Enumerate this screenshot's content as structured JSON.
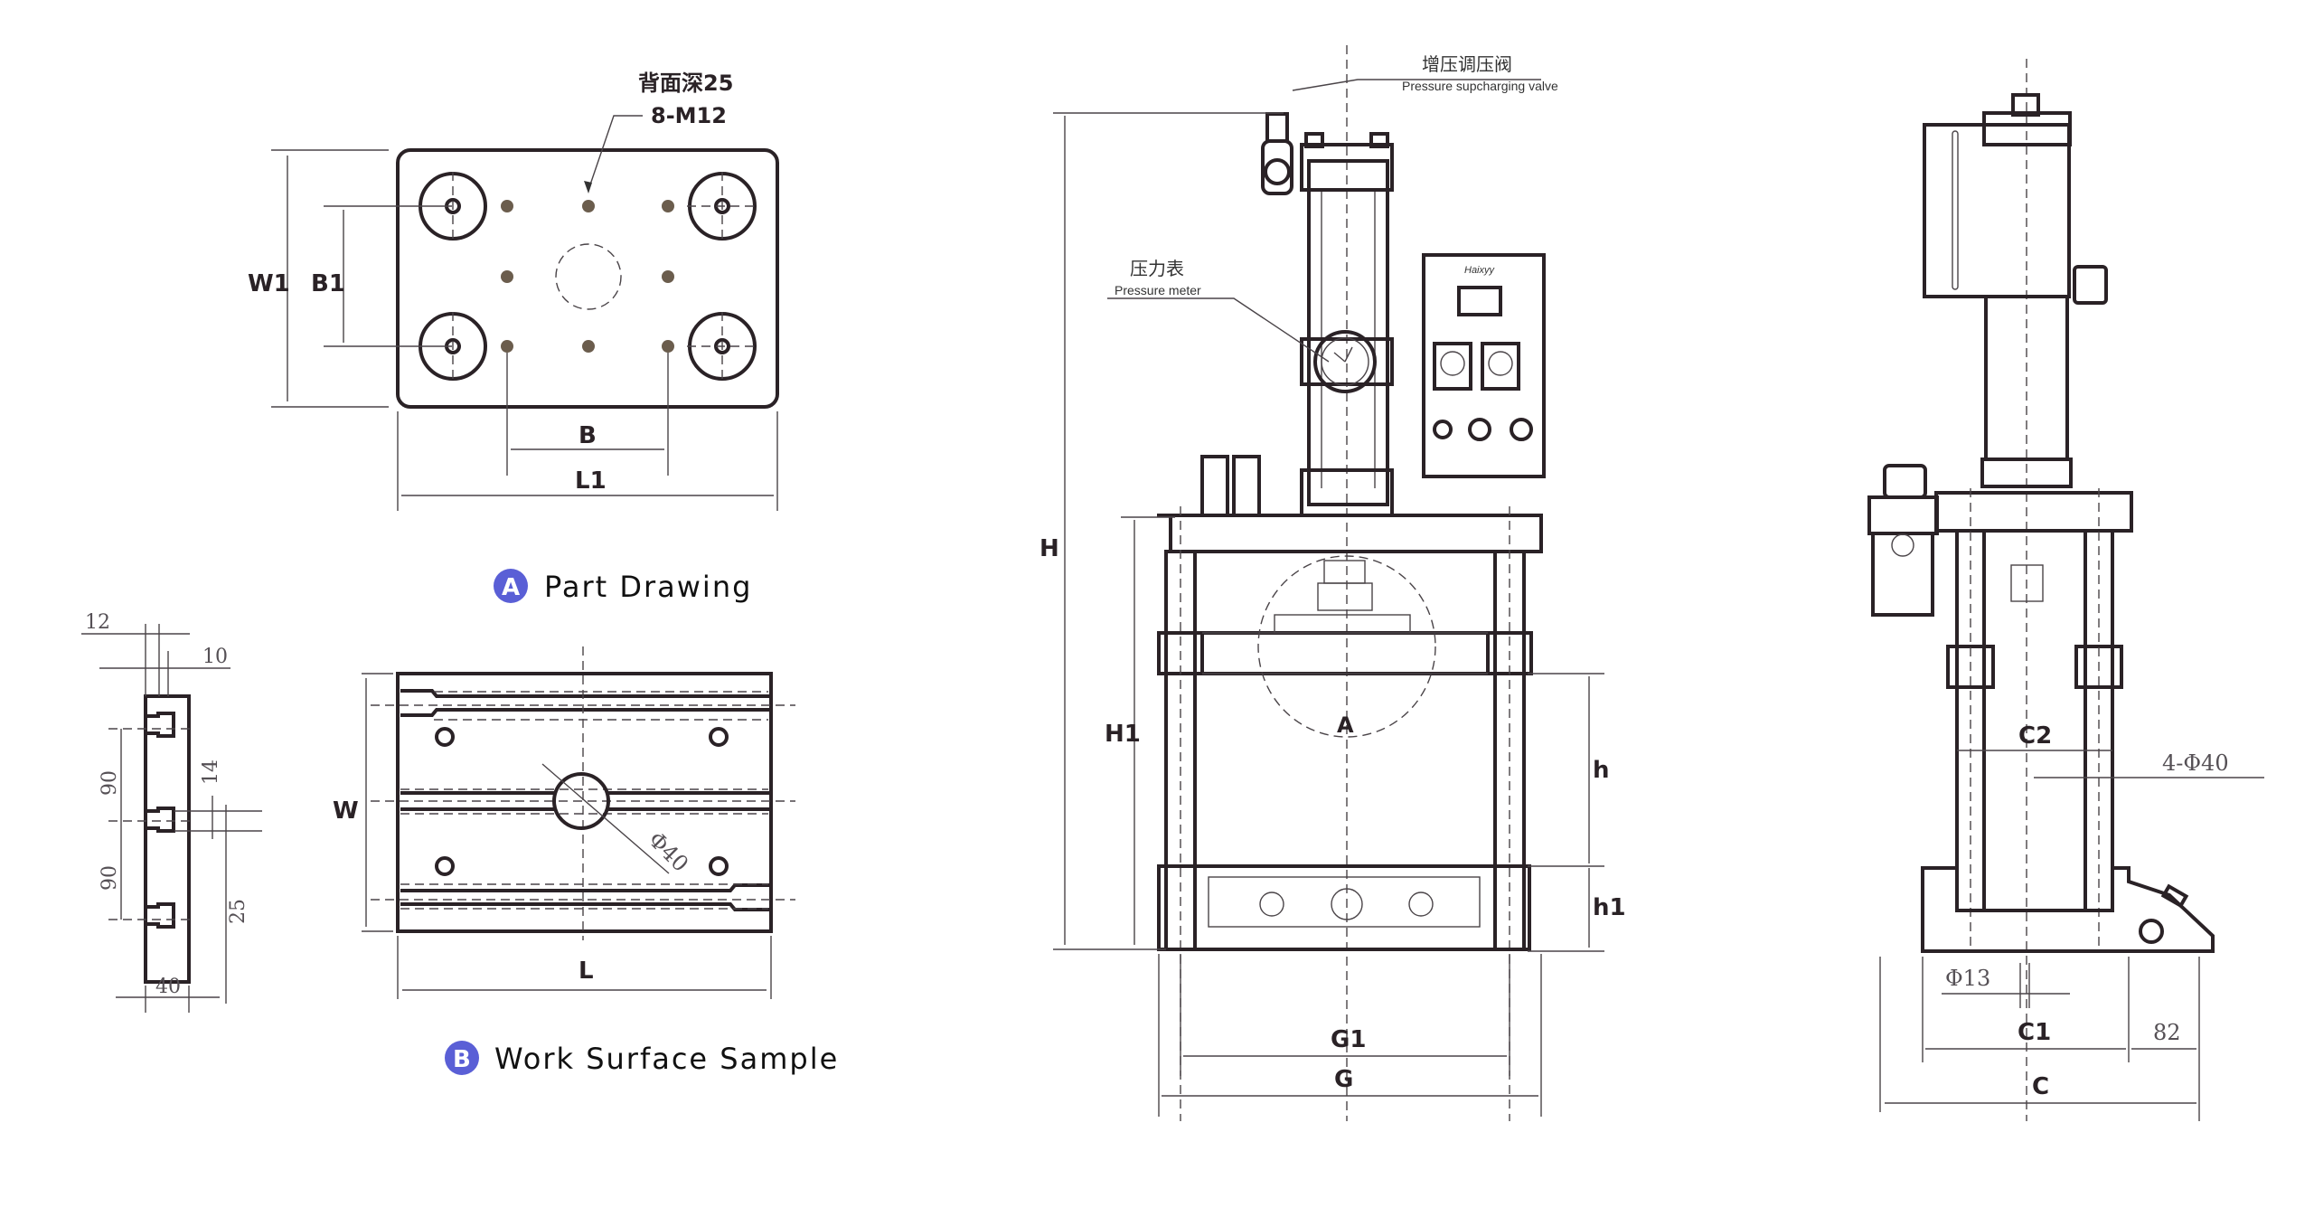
{
  "part_drawing": {
    "badge": "A",
    "caption": "Part Drawing",
    "note_cn": "背面深25",
    "note_thread": "8-M12",
    "dims": {
      "width_outer": "W1",
      "width_inner": "B1",
      "bolt_spacing": "B",
      "length": "L1"
    }
  },
  "work_surface": {
    "badge": "B",
    "caption": "Work Surface Sample",
    "dims": {
      "width": "W",
      "length": "L",
      "hole_dia": "Φ40"
    }
  },
  "tslot_profile": {
    "dims": {
      "top_a": "12",
      "top_b": "10",
      "pitch_1": "90",
      "pitch_2": "90",
      "slot_w": "14",
      "depth": "25",
      "thickness": "40"
    }
  },
  "front_view": {
    "callout_valve_cn": "增压调压阀",
    "callout_valve_en": "Pressure supcharging valve",
    "callout_meter_cn": "压力表",
    "callout_meter_en": "Pressure meter",
    "panel_brand": "Haixyy",
    "detail_label": "A",
    "dims": {
      "total_height": "H",
      "frame_height": "H1",
      "stroke": "h",
      "table_height": "h1",
      "inner_width": "G1",
      "outer_width": "G"
    }
  },
  "side_view": {
    "dims": {
      "column_spacing": "C2",
      "column_dia": "4-Φ40",
      "hole_dia": "Φ13",
      "base_depth": "C1",
      "foot_ext": "82",
      "total_depth": "C"
    }
  }
}
